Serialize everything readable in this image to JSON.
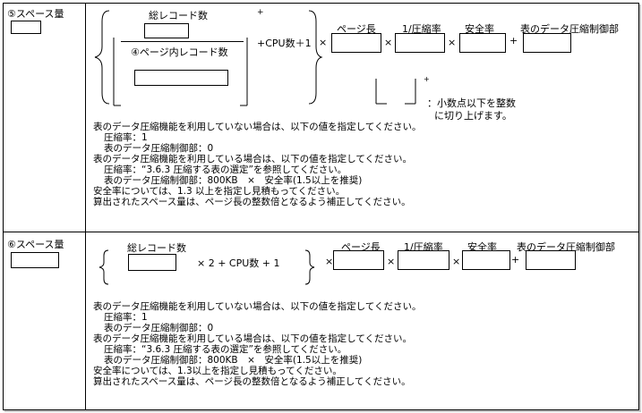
{
  "section5": {
    "label": "⑤スペース量",
    "numerator": "総レコード数",
    "denominator": "④ページ内レコード数",
    "plus_sup": "+",
    "cpu_term": "+CPU数＋1",
    "times": "×",
    "plus": "+",
    "page_length": "ページ長",
    "compression_rate": "1/圧縮率",
    "safety_rate": "安全率",
    "compression_ctrl": "表のデータ圧縮制御部",
    "note_plus": "+",
    "note_line1": "：小数点以下を整数",
    "note_line2": "に切り上げます。",
    "notes": [
      "表のデータ圧縮機能を利用していない場合は、以下の値を指定してください。",
      "圧縮率：1",
      "表のデータ圧縮制御部：0",
      "表のデータ圧縮機能を利用している場合は、以下の値を指定してください。",
      "圧縮率：“3.6.3 圧縮する表の選定”を参照してください。",
      "表のデータ圧縮制御部：800KB　×　安全率(1.5以上を推奨)",
      "安全率については、1.3 以上を指定し見積もってください。",
      "算出されたスペース量は、ページ長の整数倍となるよう補正してください。"
    ]
  },
  "section6": {
    "label": "⑥スペース量",
    "total_records": "総レコード数",
    "formula_mid": "× 2 + CPU数 + 1",
    "times": "×",
    "plus": "+",
    "page_length": "ページ長",
    "compression_rate": "1/圧縮率",
    "safety_rate": "安全率",
    "compression_ctrl": "表のデータ圧縮制御部",
    "notes": [
      "表のデータ圧縮機能を利用していない場合は、以下の値を指定してください。",
      "圧縮率：1",
      "表のデータ圧縮制御部：0",
      "表のデータ圧縮機能を利用している場合は、以下の値を指定してください。",
      "圧縮率：“3.6.3 圧縮する表の選定”を参照してください。",
      "表のデータ圧縮制御部：800KB　×　安全率(1.5以上を推奨)",
      "安全率については、1.3以上を指定し見積もってください。",
      "算出されたスペース量は、ページ長の整数倍となるよう補正してください。"
    ]
  }
}
